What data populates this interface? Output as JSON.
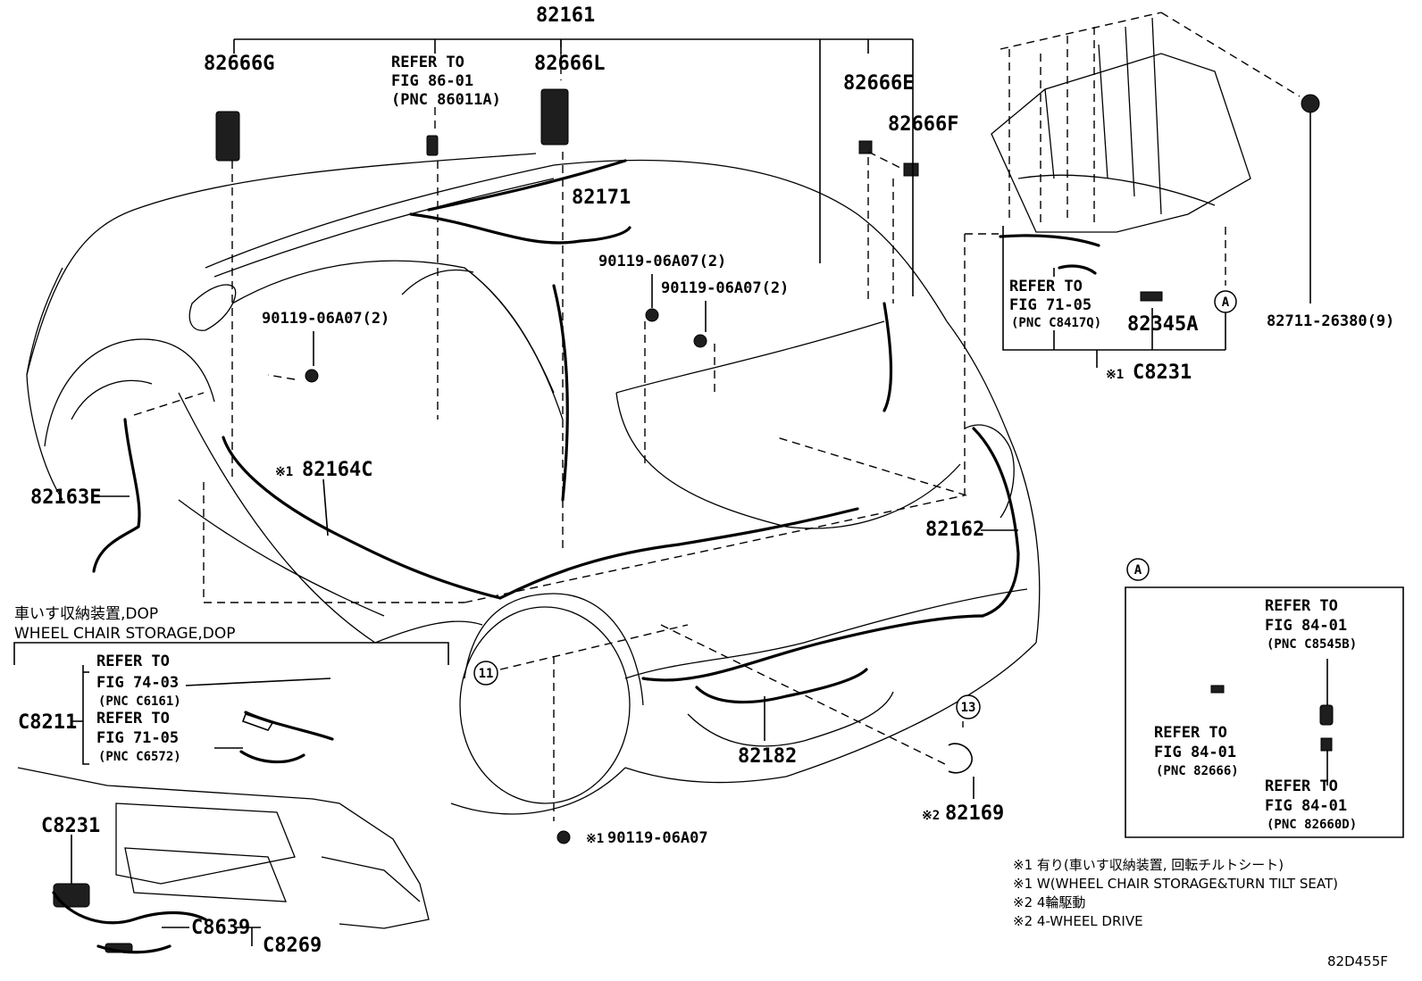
{
  "diagram_code": "82D455F",
  "parts": {
    "p82161": "82161",
    "p82666G": "82666G",
    "p82666L": "82666L",
    "p82666E": "82666E",
    "p82666F": "82666F",
    "p82171": "82171",
    "p82163E": "82163E",
    "p82164C": "82164C",
    "p82162": "82162",
    "p82182": "82182",
    "p82169": "82169",
    "p82345A": "82345A",
    "p82711": "82711-26380(9)",
    "pC8231_top": "C8231",
    "pC8211": "C8211",
    "pC8231": "C8231",
    "pC8639": "C8639",
    "pC8269": "C8269",
    "bolt_a": "90119-06A07(2)",
    "bolt_b": "90119-06A07(2)",
    "bolt_c": "90119-06A07(2)",
    "bolt_d": "90119-06A07"
  },
  "markers": {
    "note1": "※1",
    "note2": "※2",
    "circle_a": "A",
    "circle_11": "11",
    "circle_13": "13"
  },
  "refs": {
    "ref_86": {
      "line1": "REFER TO",
      "line2": "FIG 86-01",
      "line3": "(PNC 86011A)"
    },
    "ref_71_top": {
      "line1": "REFER TO",
      "line2": "FIG 71-05",
      "line3": "(PNC C8417Q)"
    },
    "ref_74": {
      "line1": "REFER TO",
      "line2": "FIG 74-03",
      "line3": "(PNC C6161)"
    },
    "ref_71_bot": {
      "line1": "REFER TO",
      "line2": "FIG 71-05",
      "line3": "(PNC C6572)"
    },
    "ref_84_a": {
      "line1": "REFER TO",
      "line2": "FIG 84-01",
      "line3": "(PNC C8545B)"
    },
    "ref_84_b": {
      "line1": "REFER TO",
      "line2": "FIG 84-01",
      "line3": "(PNC 82666)"
    },
    "ref_84_c": {
      "line1": "REFER TO",
      "line2": "FIG 84-01",
      "line3": "(PNC 82660D)"
    }
  },
  "wheelchair": {
    "caption_jp": "車いす収納装置,DOP",
    "caption_en": "WHEEL CHAIR STORAGE,DOP"
  },
  "legend": [
    "※1 有り(車いす収納装置, 回転チルトシート)",
    "※1 W(WHEEL CHAIR STORAGE&TURN TILT SEAT)",
    "※2 4輪駆動",
    "※2 4-WHEEL DRIVE"
  ]
}
